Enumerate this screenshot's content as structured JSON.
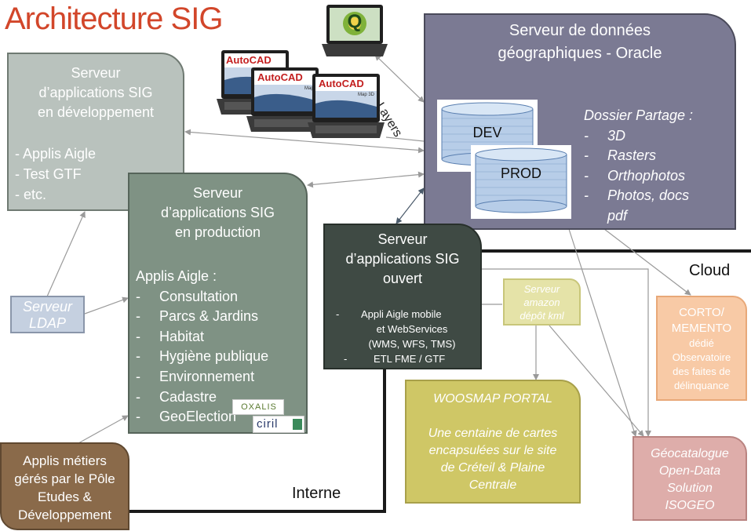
{
  "title": "Architecture SIG",
  "oracle": {
    "title_line1": "Serveur de données",
    "title_line2": "géographiques - Oracle",
    "db_dev": "DEV",
    "db_prod": "PROD",
    "folder_title": "Dossier Partage :",
    "folder_items": [
      "3D",
      "Rasters",
      "Orthophotos",
      "Photos, docs",
      "pdf"
    ],
    "layers_label": "Layers"
  },
  "dev_server": {
    "title": [
      "Serveur",
      "d’applications SIG",
      "en développement"
    ],
    "items": [
      "- Applis Aigle",
      "- Test GTF",
      "- etc."
    ]
  },
  "prod_server": {
    "title": [
      "Serveur",
      "d’applications SIG",
      "en production"
    ],
    "apps_title": "Applis Aigle :",
    "apps": [
      "Consultation",
      "Parcs & Jardins",
      "Habitat",
      "Hygiène publique",
      "Environnement",
      "Cadastre",
      "GeoElection"
    ]
  },
  "open_server": {
    "title": [
      "Serveur",
      "d’applications SIG",
      "ouvert"
    ],
    "items": [
      "Appli Aigle mobile",
      "et WebServices",
      "(WMS, WFS, TMS)",
      "ETL FME / GTF"
    ]
  },
  "ldap": {
    "label": [
      "Serveur",
      "LDAP"
    ]
  },
  "metiers": {
    "label": [
      "Applis métiers",
      "gérés par le Pôle",
      "Etudes &",
      "Développement"
    ]
  },
  "amazon": {
    "label": [
      "Serveur",
      "amazon",
      "dépôt kml"
    ]
  },
  "woosmap": {
    "title": "WOOSMAP PORTAL",
    "desc": [
      "Une centaine de cartes",
      "encapsulées sur le site",
      "de Créteil & Plaine",
      "Centrale"
    ]
  },
  "corto": {
    "label": [
      "CORTO/",
      "MEMENTO",
      "dédié",
      "Observatoire",
      "des faites de",
      "délinquance"
    ]
  },
  "geocat": {
    "label": [
      "Géocatalogue",
      "Open-Data",
      "Solution",
      "ISOGEO"
    ]
  },
  "zones": {
    "cloud": "Cloud",
    "interne": "Interne"
  },
  "logos": {
    "autocad": "AutoCAD",
    "map3d": "Map 3D",
    "map": "Map",
    "qgis": "Q",
    "oxalis": "OXALIS",
    "ciril": "ciril"
  },
  "colors": {
    "title_red": "#d2462a",
    "oracle": "#7b7a93",
    "dev": "#b9c2bd",
    "prod": "#7f9284",
    "open": "#3f4a44",
    "ldap": "#c5d0e0",
    "metiers": "#8a6a4a",
    "amazon": "#e5e3a8",
    "woosmap": "#cfc766",
    "corto": "#f8caa6",
    "geocat": "#deadaa"
  }
}
